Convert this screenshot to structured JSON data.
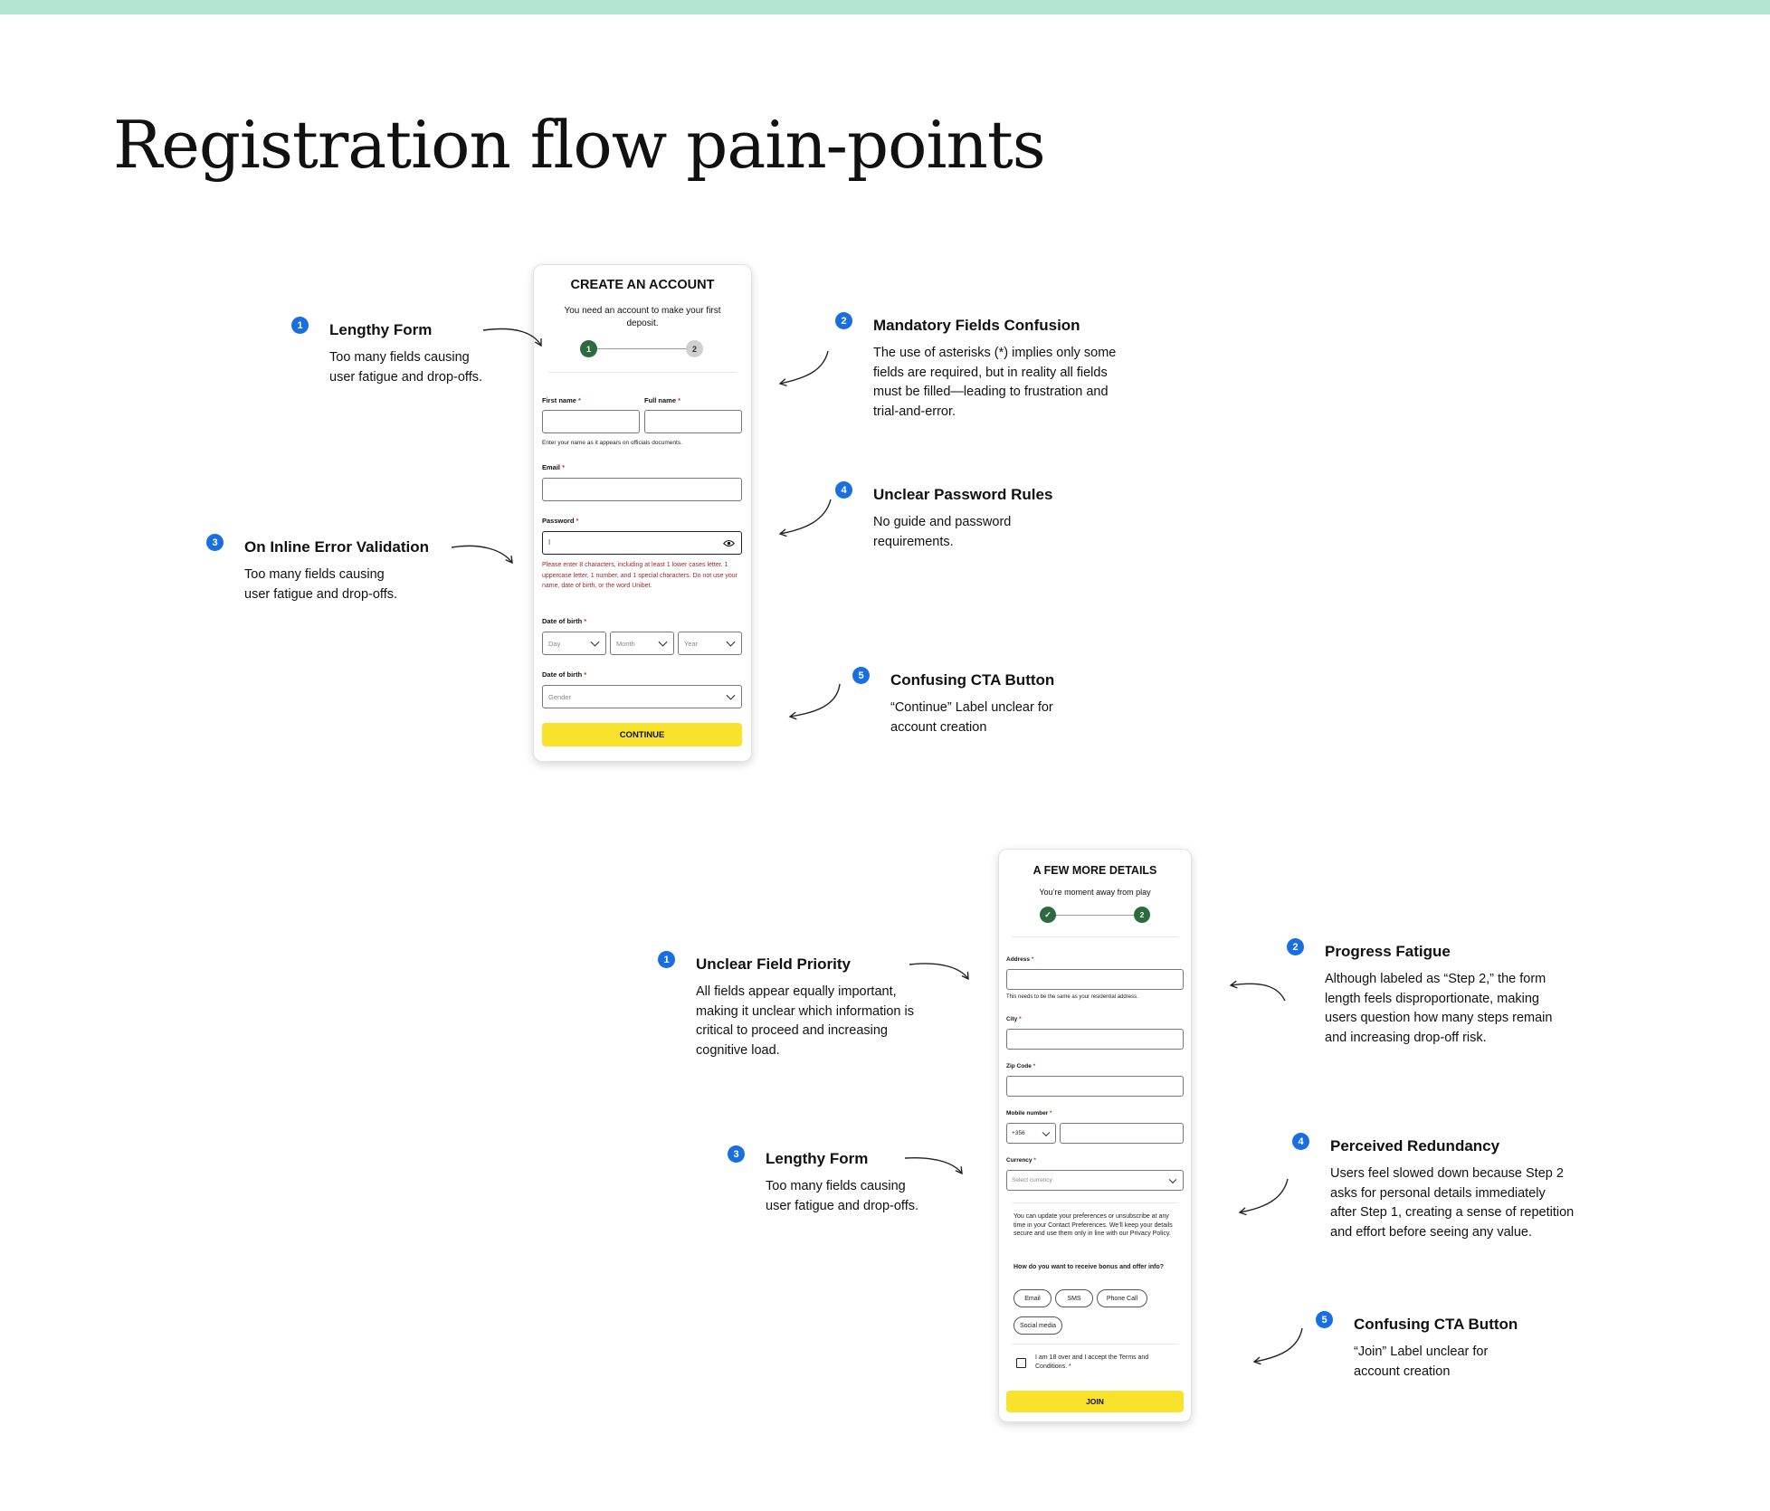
{
  "page": {
    "title": "Registration flow pain-points"
  },
  "annotations_top": [
    {
      "num": "1",
      "title": "Lengthy Form",
      "desc": "Too many fields causing user fatigue and drop-offs."
    },
    {
      "num": "2",
      "title": "Mandatory Fields Confusion",
      "desc": "The use of asterisks (*) implies only some fields are required, but in reality all fields must be filled—leading to frustration and trial-and-error."
    },
    {
      "num": "3",
      "title": "On Inline Error Validation",
      "desc": "Too many fields causing user fatigue and drop-offs."
    },
    {
      "num": "4",
      "title": "Unclear Password Rules",
      "desc": "No guide and password requirements."
    },
    {
      "num": "5",
      "title": "Confusing CTA Button",
      "desc": "“Continue” Label unclear for account creation"
    }
  ],
  "annotations_bottom": [
    {
      "num": "1",
      "title": "Unclear Field Priority",
      "desc": "All fields appear equally important, making it unclear which information is critical to proceed and increasing cognitive load."
    },
    {
      "num": "2",
      "title": "Progress Fatigue",
      "desc": "Although labeled as “Step 2,” the form length feels disproportionate, making users question how many steps remain and increasing drop-off risk."
    },
    {
      "num": "3",
      "title": "Lengthy Form",
      "desc": "Too many fields causing user fatigue and drop-offs."
    },
    {
      "num": "4",
      "title": "Perceived Redundancy",
      "desc": "Users feel slowed down because Step 2 asks for personal details immediately after Step 1, creating a sense of repetition and effort before seeing any value."
    },
    {
      "num": "5",
      "title": "Confusing CTA Button",
      "desc": "“Join” Label unclear for account creation"
    }
  ],
  "screen1": {
    "title": "CREATE AN ACCOUNT",
    "subtitle": "You need an account to make your first deposit.",
    "steps": [
      "1",
      "2"
    ],
    "first_name_label": "First name",
    "full_name_label": "Full name",
    "name_hint": "Enter your name as it appears on officials documents.",
    "email_label": "Email",
    "password_label": "Password",
    "password_value": "I",
    "password_error": "Please enter 8 characters, including at least 1 lower cases letter. 1 uppercase letter, 1 number, and 1 special characters. Do not use your name, date of birth, or the word Unibet.",
    "dob_label": "Date of birth",
    "day_placeholder": "Day",
    "month_placeholder": "Month",
    "year_placeholder": "Year",
    "gender_label": "Date of birth",
    "gender_placeholder": "Gender",
    "cta": "CONTINUE",
    "required_mark": "*"
  },
  "screen2": {
    "title": "A FEW MORE DETAILS",
    "subtitle": "You’re moment away from play",
    "steps": [
      "✓",
      "2"
    ],
    "address_label": "Address",
    "address_hint": "This needs to be the same as your residential address.",
    "city_label": "City",
    "zip_label": "Zip Code",
    "mobile_label": "Mobile number",
    "country_code": "+356",
    "currency_label": "Currency",
    "currency_placeholder": "Select currency",
    "preferences_text": "You can update your preferences or  unsubscribe at any time in your Contact Preferences. We’ll keep your details secure and use them only in line with our Privacy Policy.",
    "bonus_question": "How do you want to receive bonus and offer info?",
    "chips": [
      "Email",
      "SMS",
      "Phone Call",
      "Social media"
    ],
    "terms": "I am 18 over and I accept the Terms and Conditions.",
    "cta": "JOIN",
    "required_mark": "*"
  },
  "colors": {
    "accent_blue": "#1a6fe0",
    "cta_yellow": "#f9e22c",
    "step_green": "#2d6a3e",
    "error_red": "#a12a2a",
    "top_bar": "#b3e6d2"
  }
}
